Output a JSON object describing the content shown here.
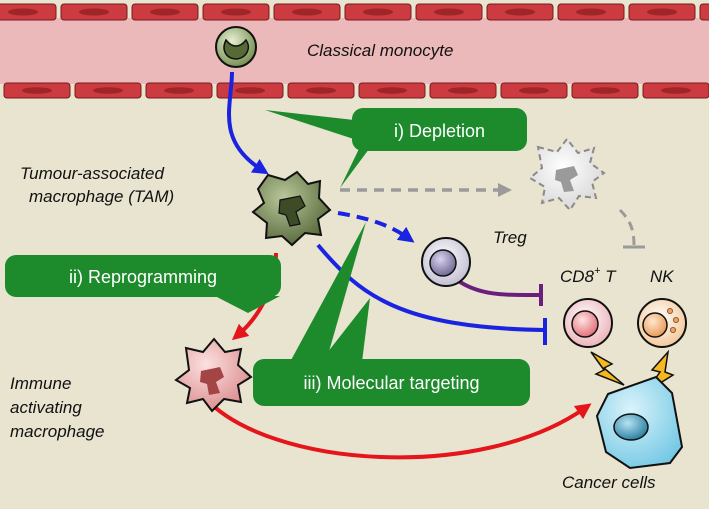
{
  "labels": {
    "classical_monocyte": "Classical monocyte",
    "tam_line1": "Tumour-associated",
    "tam_line2": "macrophage (TAM)",
    "treg": "Treg",
    "cd8_prefix": "CD8",
    "cd8_sup": "+",
    "cd8_suffix": " T",
    "nk": "NK",
    "immune_line1": "Immune",
    "immune_line2": "activating",
    "immune_line3": "macrophage",
    "cancer_cells": "Cancer cells"
  },
  "callouts": {
    "depletion": "i) Depletion",
    "reprogramming": "ii) Reprogramming",
    "molecular_targeting": "iii) Molecular targeting"
  },
  "colors": {
    "background": "#e9e4d0",
    "vessel": "#ecb9bb",
    "vessel_cells": "#cc3b3f",
    "callout_green": "#1d8a2c",
    "arrow_blue": "#1a24e0",
    "arrow_red": "#e5161b",
    "arrow_gray": "#9a9a9a",
    "inhibit_purple": "#6a1e7e"
  }
}
